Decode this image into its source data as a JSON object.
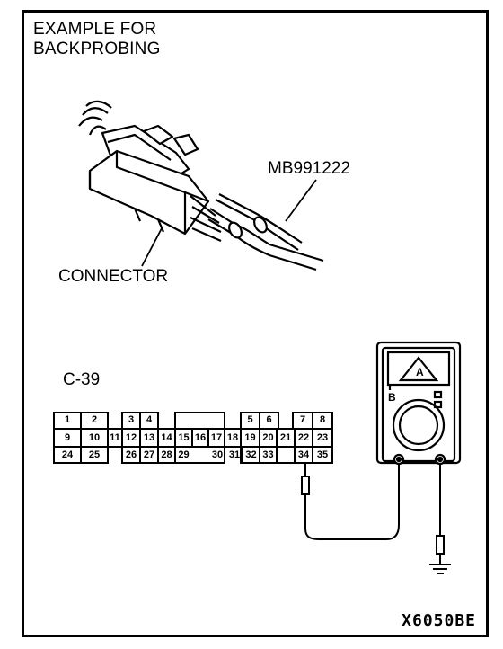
{
  "title": {
    "line1": "EXAMPLE FOR",
    "line2": "BACKPROBING"
  },
  "labels": {
    "tool": "MB991222",
    "connector": "CONNECTOR",
    "connector_id": "C-39",
    "figure_code": "X6050BE"
  },
  "pins": {
    "row1": [
      "1",
      "2",
      "3",
      "4",
      "5",
      "6",
      "7",
      "8"
    ],
    "row2": [
      "9",
      "10",
      "11",
      "12",
      "13",
      "14",
      "15",
      "16",
      "17",
      "18",
      "19",
      "20",
      "21",
      "22",
      "23"
    ],
    "row3": [
      "24",
      "25",
      "26",
      "27",
      "28",
      "29",
      "30",
      "31",
      "32",
      "33",
      "34",
      "35"
    ]
  },
  "meter": {
    "display_symbol": "A",
    "terminal_label": "B"
  }
}
